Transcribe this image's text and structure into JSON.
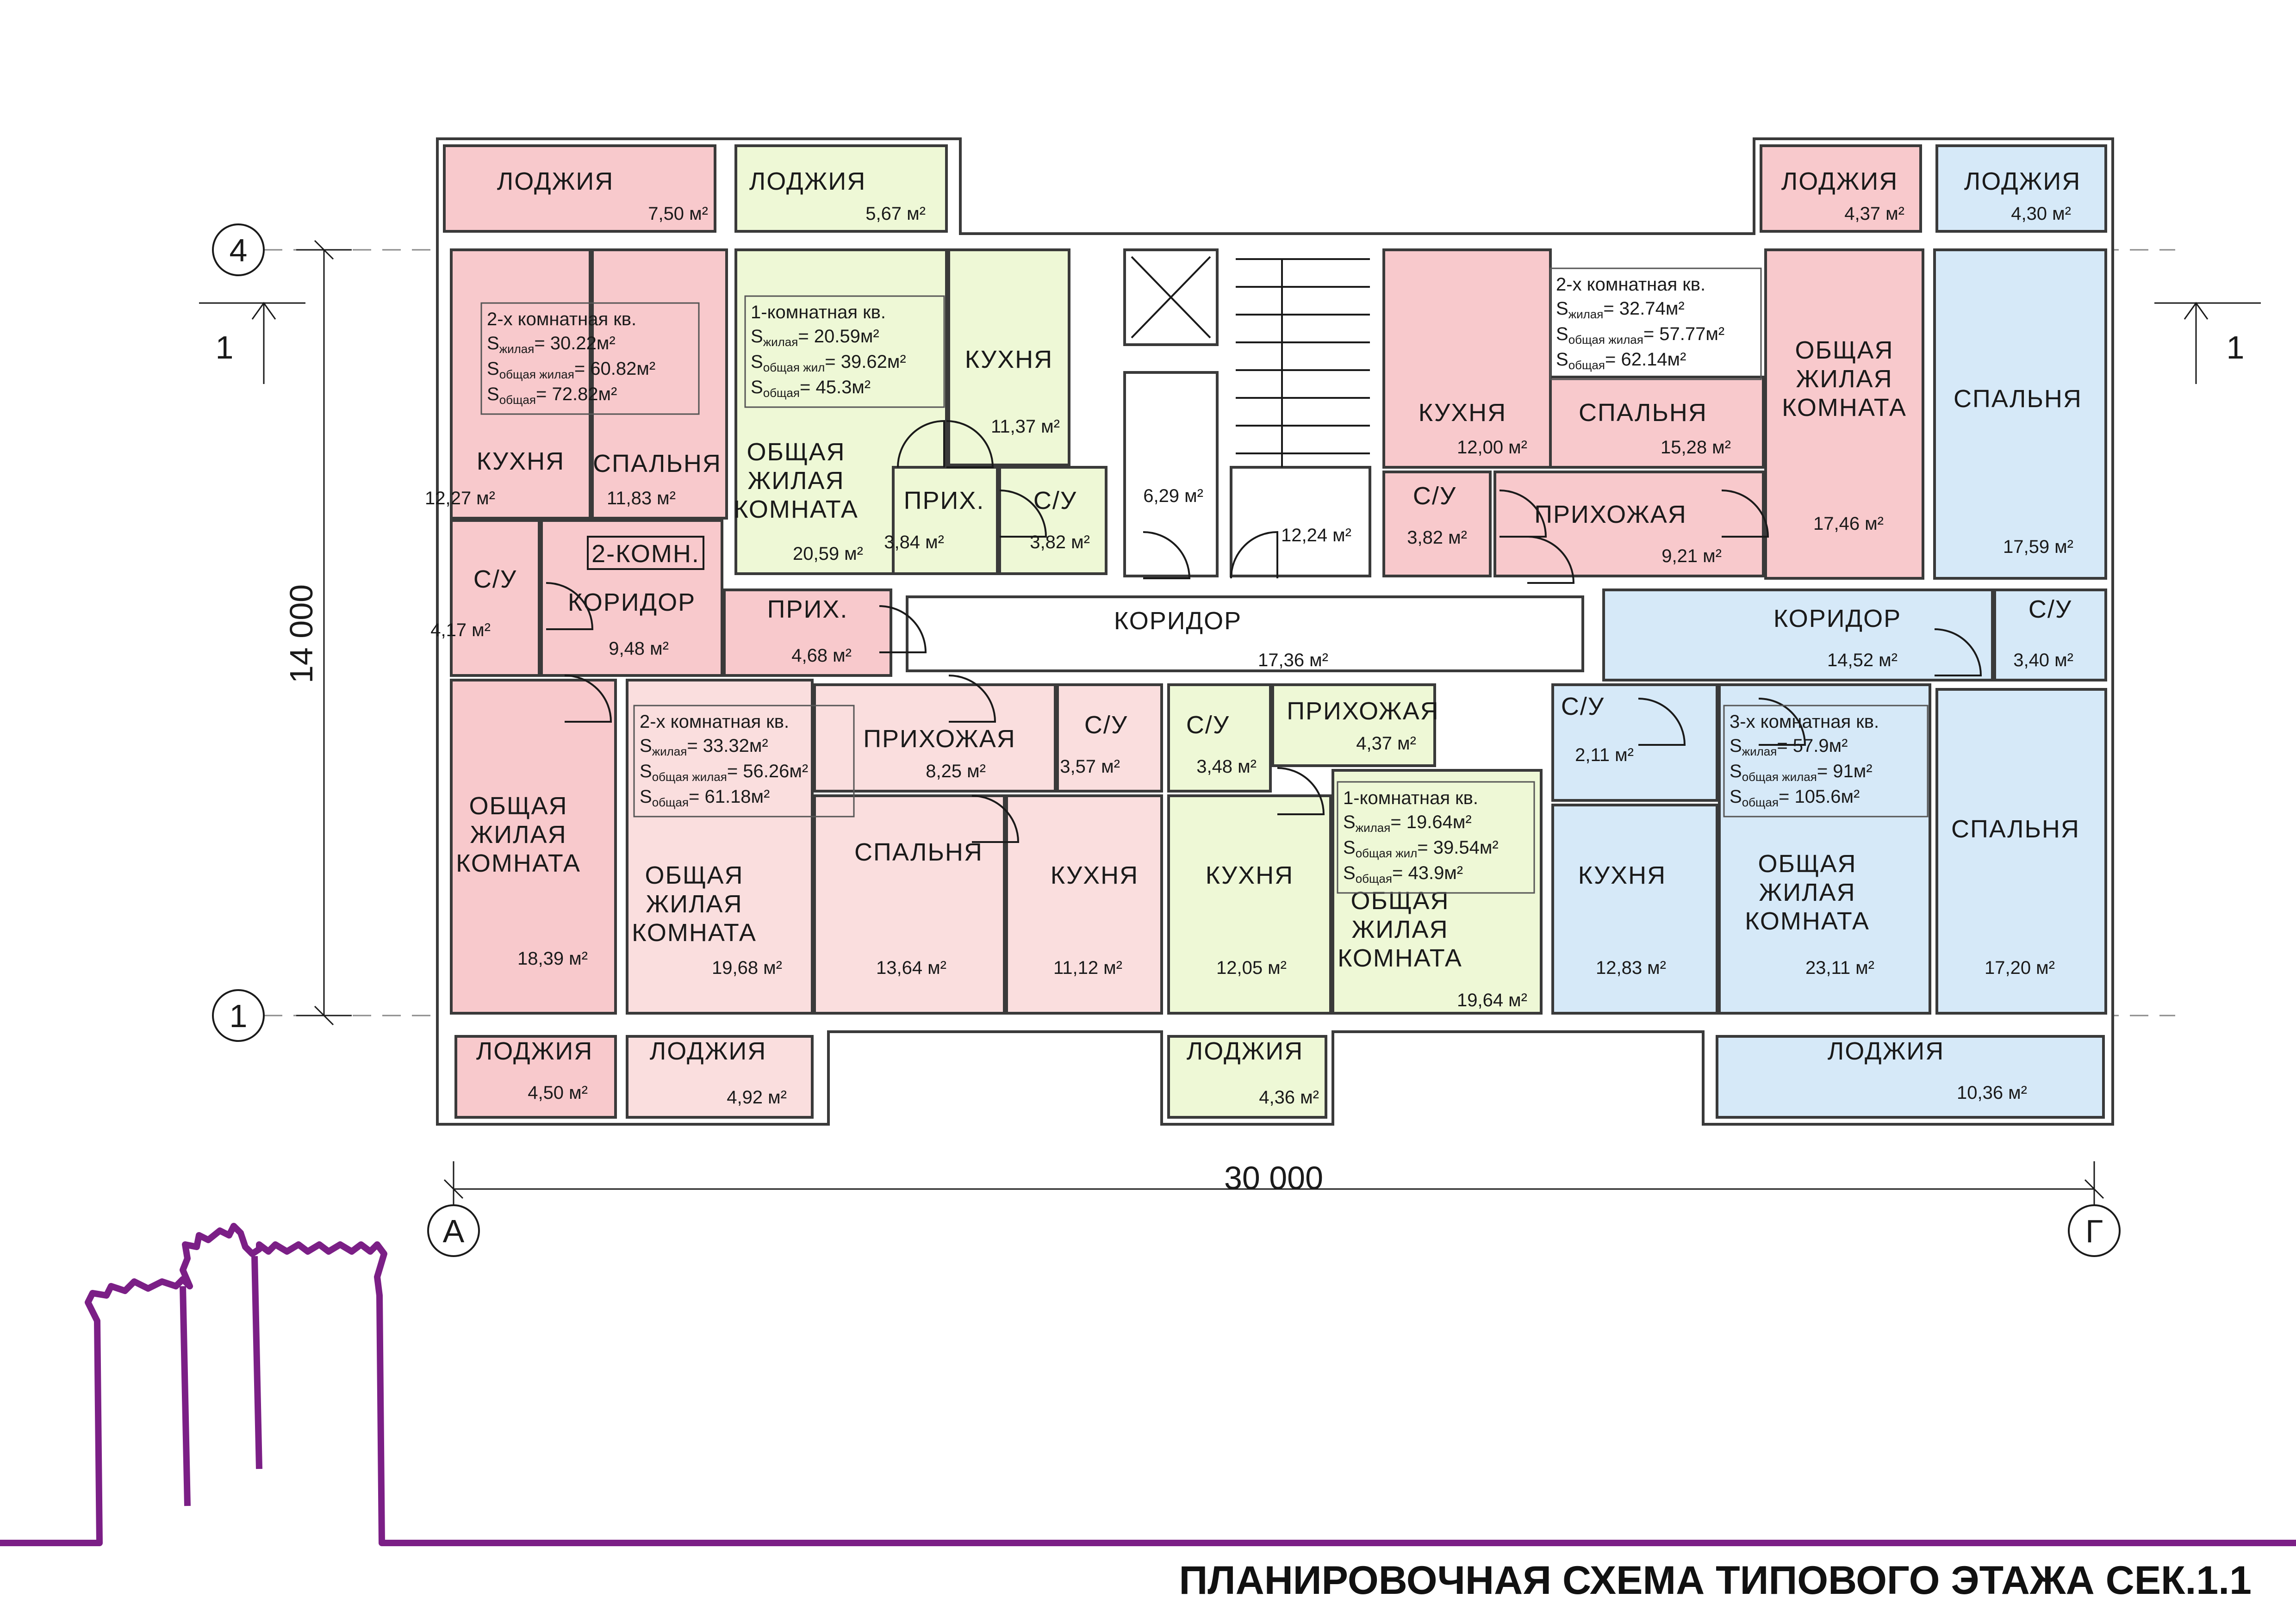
{
  "colors": {
    "pink": "#f8c9cc",
    "light_pink": "#fadede",
    "green": "#eef8d6",
    "blue": "#d6e9f8",
    "logo": "#7b1f86"
  },
  "title": "ПЛАНИРОВОЧНАЯ СХЕМА ТИПОВОГО ЭТАЖА СЕК.1.1",
  "dimensions": {
    "width": "30 000",
    "height": "14 000"
  },
  "axes": {
    "top": "4",
    "bottom": "1",
    "left": "А",
    "right": "Г",
    "section": "1"
  },
  "area_unit": "м²",
  "rooms": [
    {
      "name": "ЛОДЖИЯ",
      "area": "7,50 м²",
      "fill": "pink"
    },
    {
      "name": "ЛОДЖИЯ",
      "area": "5,67 м²",
      "fill": "green"
    },
    {
      "name": "ЛОДЖИЯ",
      "area": "4,37 м²",
      "fill": "pink"
    },
    {
      "name": "ЛОДЖИЯ",
      "area": "4,30 м²",
      "fill": "blue"
    },
    {
      "name": "КУХНЯ",
      "area": "12,27 м²",
      "fill": "pink"
    },
    {
      "name": "СПАЛЬНЯ",
      "area": "11,83 м²",
      "fill": "pink"
    },
    {
      "name": "С/У",
      "area": "4,17 м²",
      "fill": "pink"
    },
    {
      "name": "КОРИДОР",
      "area": "9,48 м²",
      "fill": "pink"
    },
    {
      "name": "ПРИХ.",
      "area": "4,68 м²",
      "fill": "pink"
    },
    {
      "name": "ОБЩАЯ ЖИЛАЯ КОМНАТА",
      "area": "20,59 м²",
      "fill": "green"
    },
    {
      "name": "КУХНЯ",
      "area": "11,37 м²",
      "fill": "green"
    },
    {
      "name": "ПРИХ.",
      "area": "3,84 м²",
      "fill": "green"
    },
    {
      "name": "С/У",
      "area": "3,82 м²",
      "fill": "green"
    },
    {
      "name": "",
      "area": "6,29 м²",
      "fill": "white"
    },
    {
      "name": "",
      "area": "12,24 м²",
      "fill": "white"
    },
    {
      "name": "КУХНЯ",
      "area": "12,00 м²",
      "fill": "pink"
    },
    {
      "name": "СПАЛЬНЯ",
      "area": "15,28 м²",
      "fill": "pink"
    },
    {
      "name": "С/У",
      "area": "3,82 м²",
      "fill": "pink"
    },
    {
      "name": "ПРИХОЖАЯ",
      "area": "9,21 м²",
      "fill": "pink"
    },
    {
      "name": "ОБЩАЯ ЖИЛАЯ КОМНАТА",
      "area": "17,46 м²",
      "fill": "pink"
    },
    {
      "name": "СПАЛЬНЯ",
      "area": "17,59 м²",
      "fill": "blue"
    },
    {
      "name": "КОРИДОР",
      "area": "17,36 м²",
      "fill": "white"
    },
    {
      "name": "КОРИДОР",
      "area": "14,52 м²",
      "fill": "blue"
    },
    {
      "name": "С/У",
      "area": "3,40 м²",
      "fill": "blue"
    },
    {
      "name": "ОБЩАЯ ЖИЛАЯ КОМНАТА",
      "area": "18,39 м²",
      "fill": "pink"
    },
    {
      "name": "ОБЩАЯ ЖИЛАЯ КОМНАТА",
      "area": "19,68 м²",
      "fill": "light_pink"
    },
    {
      "name": "ПРИХОЖАЯ",
      "area": "8,25 м²",
      "fill": "light_pink"
    },
    {
      "name": "С/У",
      "area": "3,57 м²",
      "fill": "light_pink"
    },
    {
      "name": "СПАЛЬНЯ",
      "area": "13,64 м²",
      "fill": "light_pink"
    },
    {
      "name": "КУХНЯ",
      "area": "11,12 м²",
      "fill": "light_pink"
    },
    {
      "name": "С/У",
      "area": "3,48 м²",
      "fill": "green"
    },
    {
      "name": "ПРИХОЖАЯ",
      "area": "4,37 м²",
      "fill": "green"
    },
    {
      "name": "КУХНЯ",
      "area": "12,05 м²",
      "fill": "green"
    },
    {
      "name": "ОБЩАЯ ЖИЛАЯ КОМНАТА",
      "area": "19,64 м²",
      "fill": "green"
    },
    {
      "name": "С/У",
      "area": "2,11 м²",
      "fill": "blue"
    },
    {
      "name": "КУХНЯ",
      "area": "12,83 м²",
      "fill": "blue"
    },
    {
      "name": "ОБЩАЯ ЖИЛАЯ КОМНАТА",
      "area": "23,11 м²",
      "fill": "blue"
    },
    {
      "name": "СПАЛЬНЯ",
      "area": "17,20 м²",
      "fill": "blue"
    },
    {
      "name": "ЛОДЖИЯ",
      "area": "4,50 м²",
      "fill": "pink"
    },
    {
      "name": "ЛОДЖИЯ",
      "area": "4,92 м²",
      "fill": "light_pink"
    },
    {
      "name": "ЛОДЖИЯ",
      "area": "4,36 м²",
      "fill": "green"
    },
    {
      "name": "ЛОДЖИЯ",
      "area": "10,36 м²",
      "fill": "blue"
    }
  ],
  "room_tag": "2-КОМН.",
  "apartments": [
    {
      "title": "2-х комнатная кв.",
      "living_label": "жилая",
      "living": "= 30.22м²",
      "common_living_label": "общая жилая",
      "common_living": "= 60.82м²",
      "total_label": "общая",
      "total": "= 72.82м²"
    },
    {
      "title": "1-комнатная кв.",
      "living_label": "жилая",
      "living": "= 20.59м²",
      "common_living_label": "общая жил",
      "common_living": "= 39.62м²",
      "total_label": "общая",
      "total": "= 45.3м²"
    },
    {
      "title": "2-х комнатная кв.",
      "living_label": "жилая",
      "living": "= 32.74м²",
      "common_living_label": "общая жилая",
      "common_living": "= 57.77м²",
      "total_label": "общая",
      "total": "= 62.14м²"
    },
    {
      "title": "2-х комнатная кв.",
      "living_label": "жилая",
      "living": "= 33.32м²",
      "common_living_label": "общая жилая",
      "common_living": "= 56.26м²",
      "total_label": "общая",
      "total": "= 61.18м²"
    },
    {
      "title": "1-комнатная кв.",
      "living_label": "жилая",
      "living": "= 19.64м²",
      "common_living_label": "общая жил",
      "common_living": "= 39.54м²",
      "total_label": "общая",
      "total": "= 43.9м²"
    },
    {
      "title": "3-х комнатная кв.",
      "living_label": "жилая",
      "living": "= 57.9м²",
      "common_living_label": "общая жилая",
      "common_living": "= 91м²",
      "total_label": "общая",
      "total": "= 105.6м²"
    }
  ]
}
